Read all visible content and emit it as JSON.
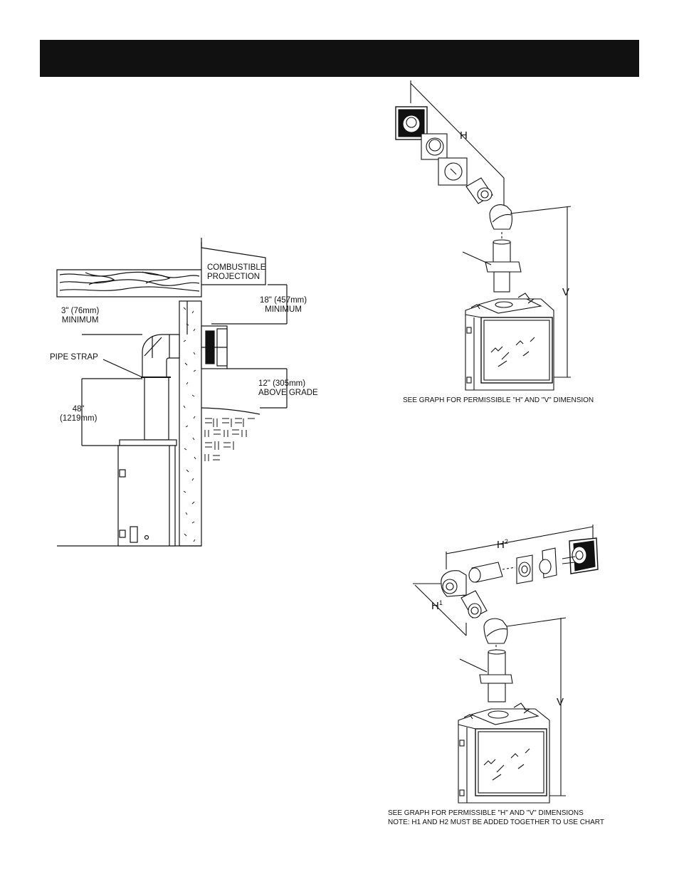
{
  "left_diagram": {
    "combustible_projection": "COMBUSTIBLE\nPROJECTION",
    "clearance_top": "18\" (457mm)\nMINIMUM",
    "clearance_side": "3\" (76mm)\nMINIMUM",
    "pipe_strap": "PIPE STRAP",
    "above_grade": "12\" (305mm)\nABOVE GRADE",
    "strap_height": "48\"\n(1219mm)"
  },
  "right_top_diagram": {
    "h_letter": "H",
    "v_letter": "V",
    "caption": "SEE GRAPH FOR PERMISSIBLE \"H\" AND \"V\" DIMENSION"
  },
  "right_bottom_diagram": {
    "h2_letter": "H",
    "h2_sup": "2",
    "h1_letter": "H",
    "h1_sup": "1",
    "v_letter": "V",
    "caption_line1": "SEE GRAPH FOR PERMISSIBLE \"H\" AND \"V\" DIMENSIONS",
    "caption_line2": "NOTE: H1 AND H2 MUST BE ADDED TOGETHER TO USE CHART"
  },
  "colors": {
    "header_bar": "#111111",
    "line": "#111111",
    "paper": "#ffffff"
  }
}
